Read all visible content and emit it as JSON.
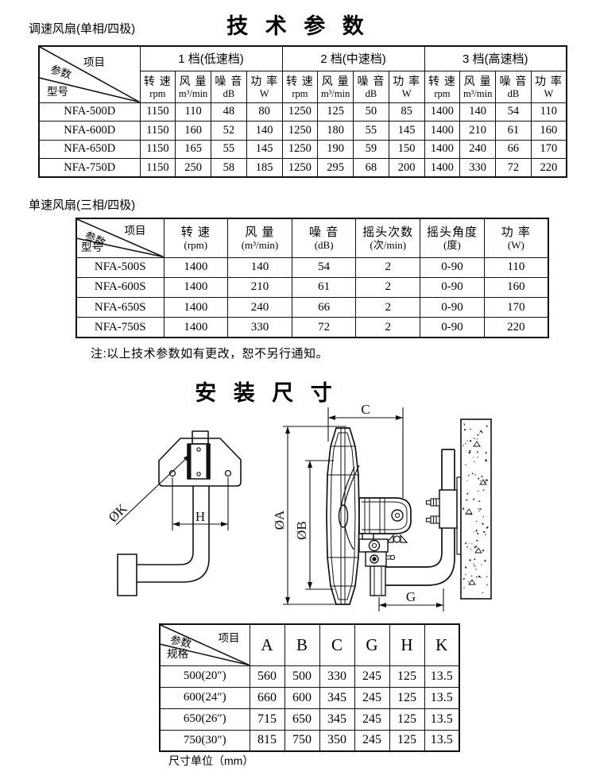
{
  "page": {
    "title1": "技 术 参 数",
    "section1_label": "调速风扇(单相/四极)",
    "section2_label": "单速风扇(三相/四极)",
    "note": "注:以上技术参数如有更改，恕不另行通知。",
    "title2": "安 装 尺 寸",
    "unit_note": "尺寸单位（mm）"
  },
  "table1": {
    "corner": {
      "top_right": "项目",
      "middle": "参数",
      "bottom_left": "型号"
    },
    "groups": [
      "1 档(低速档)",
      "2 档(中速档)",
      "3 档(高速档)"
    ],
    "sub_headers": [
      {
        "name": "转 速",
        "unit": "rpm"
      },
      {
        "name": "风 量",
        "unit": "m³/min"
      },
      {
        "name": "噪 音",
        "unit": "dB"
      },
      {
        "name": "功 率",
        "unit": "W"
      }
    ],
    "rows": [
      {
        "model": "NFA-500D",
        "values": [
          "1150",
          "110",
          "48",
          "80",
          "1250",
          "125",
          "50",
          "85",
          "1400",
          "140",
          "54",
          "110"
        ]
      },
      {
        "model": "NFA-600D",
        "values": [
          "1150",
          "160",
          "52",
          "140",
          "1250",
          "180",
          "55",
          "145",
          "1400",
          "210",
          "61",
          "160"
        ]
      },
      {
        "model": "NFA-650D",
        "values": [
          "1150",
          "165",
          "55",
          "145",
          "1250",
          "190",
          "59",
          "150",
          "1400",
          "240",
          "66",
          "170"
        ]
      },
      {
        "model": "NFA-750D",
        "values": [
          "1150",
          "250",
          "58",
          "185",
          "1250",
          "295",
          "68",
          "200",
          "1400",
          "330",
          "72",
          "220"
        ]
      }
    ]
  },
  "table2": {
    "corner": {
      "top_right": "项目",
      "middle": "参数",
      "bottom_left": "型号"
    },
    "headers": [
      {
        "name": "转 速",
        "unit": "(rpm)"
      },
      {
        "name": "风 量",
        "unit": "(m³/min)"
      },
      {
        "name": "噪 音",
        "unit": "(dB)"
      },
      {
        "name": "摇头次数",
        "unit": "(次/min)"
      },
      {
        "name": "摇头角度",
        "unit": "(度)"
      },
      {
        "name": "功 率",
        "unit": "(W)"
      }
    ],
    "rows": [
      {
        "model": "NFA-500S",
        "values": [
          "1400",
          "140",
          "54",
          "2",
          "0-90",
          "110"
        ]
      },
      {
        "model": "NFA-600S",
        "values": [
          "1400",
          "210",
          "61",
          "2",
          "0-90",
          "160"
        ]
      },
      {
        "model": "NFA-650S",
        "values": [
          "1400",
          "240",
          "66",
          "2",
          "0-90",
          "170"
        ]
      },
      {
        "model": "NFA-750S",
        "values": [
          "1400",
          "330",
          "72",
          "2",
          "0-90",
          "220"
        ]
      }
    ]
  },
  "table3": {
    "corner": {
      "top_right": "项目",
      "middle": "参数",
      "bottom_left": "规格"
    },
    "headers": [
      "A",
      "B",
      "C",
      "G",
      "H",
      "K"
    ],
    "rows": [
      {
        "spec": "500(20″)",
        "values": [
          "560",
          "500",
          "330",
          "245",
          "125",
          "13.5"
        ]
      },
      {
        "spec": "600(24″)",
        "values": [
          "660",
          "600",
          "345",
          "245",
          "125",
          "13.5"
        ]
      },
      {
        "spec": "650(26″)",
        "values": [
          "715",
          "650",
          "345",
          "245",
          "125",
          "13.5"
        ]
      },
      {
        "spec": "750(30″)",
        "values": [
          "815",
          "750",
          "350",
          "245",
          "125",
          "13.5"
        ]
      }
    ]
  },
  "drawing": {
    "labels": {
      "c": "C",
      "a": "ØA",
      "b": "ØB",
      "g": "G",
      "h": "H",
      "k": "ØK"
    }
  }
}
